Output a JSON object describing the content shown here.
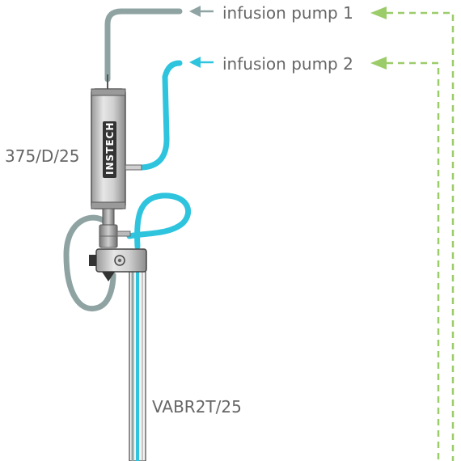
{
  "labels": {
    "pump1": "infusion pump 1",
    "pump2": "infusion pump 2",
    "swivel_model": "375/D/25",
    "tether_model": "VABR2T/25",
    "brand": "INSTECH"
  },
  "colors": {
    "line1_gray": "#8fa3a3",
    "line2_cyan": "#2ec4de",
    "dashed_green": "#9ccc6a",
    "label_gray": "#666666",
    "device_silver": "#c9c9c9",
    "device_dark": "#333333"
  },
  "icons": {
    "pump1_arrow": "left-arrow-icon",
    "pump2_arrow": "left-arrow-icon",
    "dashed_arrow_1": "dashed-arrowhead-icon",
    "dashed_arrow_2": "dashed-arrowhead-icon"
  }
}
